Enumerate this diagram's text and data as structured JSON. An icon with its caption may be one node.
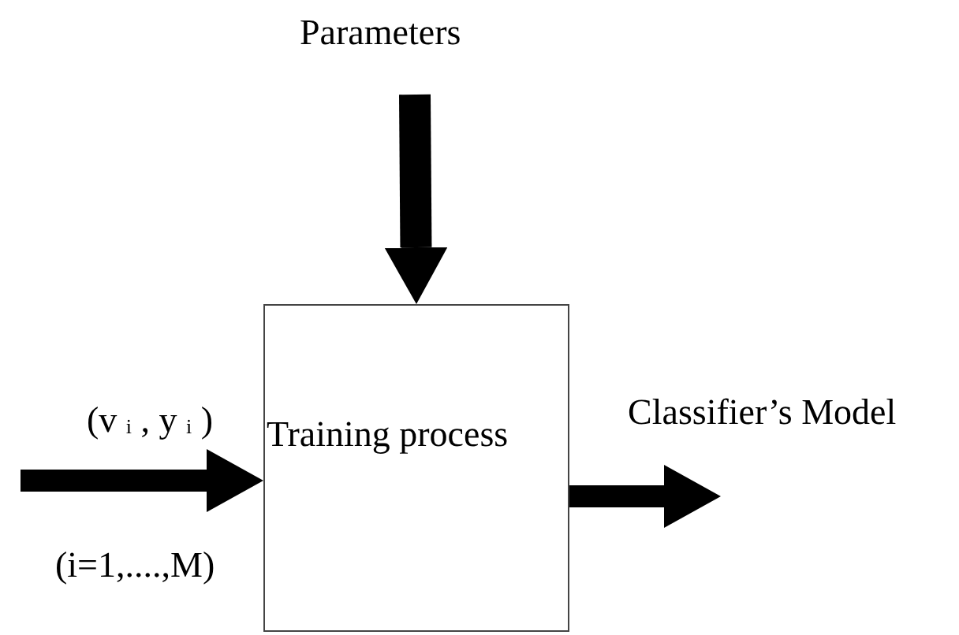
{
  "diagram": {
    "nodes": [
      {
        "text": [
          "Parameters"
        ]
      },
      {
        "text": [
          "Training process"
        ]
      },
      {
        "text": [
          "Classifier’s Model"
        ]
      }
    ],
    "edges": [
      {
        "from": 0,
        "to": 1,
        "arrow": "to"
      },
      {
        "from": null,
        "to": 1,
        "arrow": "to",
        "label": "(v $_{i}$ , y $_{i}$ )"
      },
      {
        "from": 1,
        "to": 2,
        "arrow": "to"
      }
    ],
    "labels": [
      "(i=1,....,M)"
    ]
  }
}
